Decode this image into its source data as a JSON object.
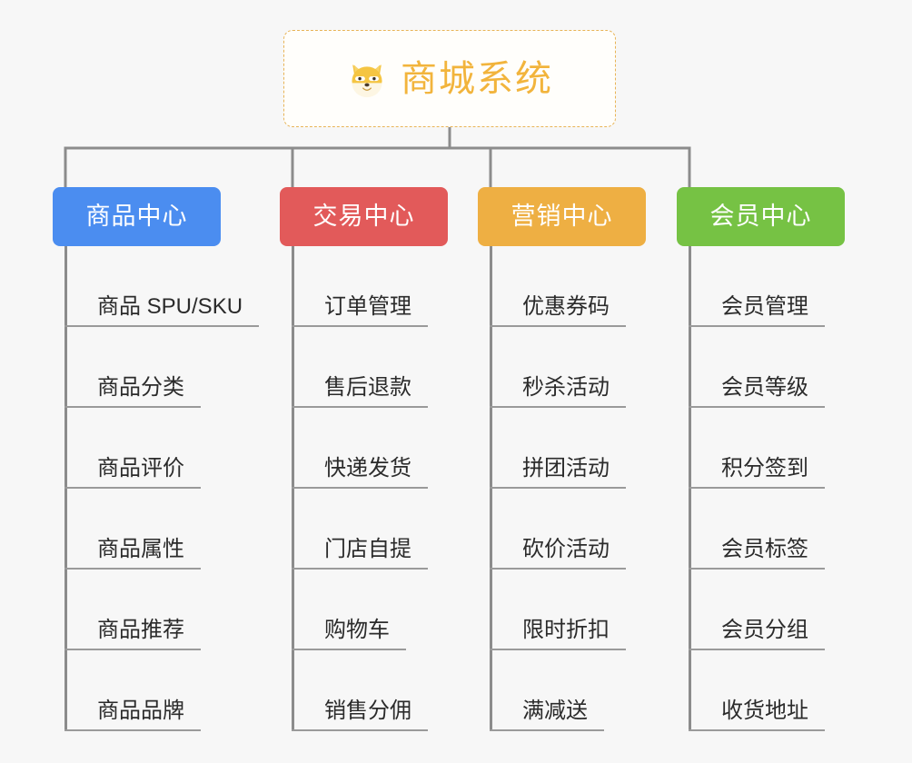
{
  "background_color": "#f7f7f7",
  "root": {
    "title": "商城系统",
    "icon": "shiba-dog-icon",
    "text_color": "#f2b43c",
    "border_color": "#e8b457"
  },
  "connector_color": "#8c8c8c",
  "columns": [
    {
      "label": "商品中心",
      "color": "#4b8df0",
      "items": [
        "商品 SPU/SKU",
        "商品分类",
        "商品评价",
        "商品属性",
        "商品推荐",
        "商品品牌"
      ]
    },
    {
      "label": "交易中心",
      "color": "#e25a5a",
      "items": [
        "订单管理",
        "售后退款",
        "快递发货",
        "门店自提",
        "购物车",
        "销售分佣"
      ]
    },
    {
      "label": "营销中心",
      "color": "#eeaf43",
      "items": [
        "优惠券码",
        "秒杀活动",
        "拼团活动",
        "砍价活动",
        "限时折扣",
        "满减送"
      ]
    },
    {
      "label": "会员中心",
      "color": "#76c244",
      "items": [
        "会员管理",
        "会员等级",
        "积分签到",
        "会员标签",
        "会员分组",
        "收货地址"
      ]
    }
  ]
}
